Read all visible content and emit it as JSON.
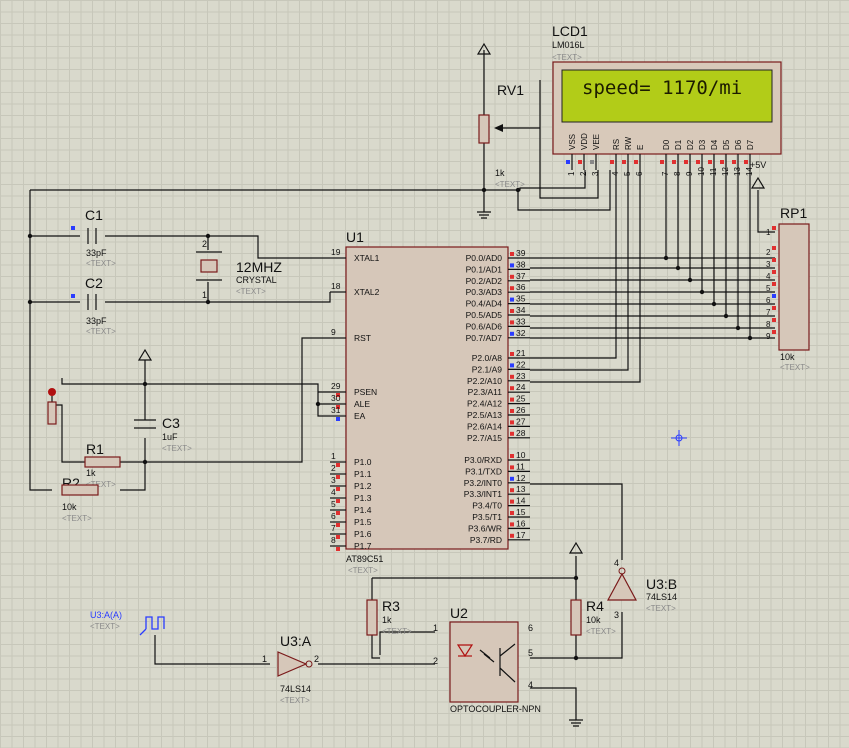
{
  "lcd": {
    "ref": "LCD1",
    "part": "LM016L",
    "text_tag": "<TEXT>",
    "display": "speed=  1170/mi",
    "pins": [
      "VSS",
      "VDD",
      "VEE",
      "RS",
      "RW",
      "E",
      "D0",
      "D1",
      "D2",
      "D3",
      "D4",
      "D5",
      "D6",
      "D7"
    ],
    "pin_numbers": [
      "1",
      "2",
      "3",
      "4",
      "5",
      "6",
      "7",
      "8",
      "9",
      "10",
      "11",
      "12",
      "13",
      "14"
    ]
  },
  "rv1": {
    "ref": "RV1",
    "value": "1k",
    "text_tag": "<TEXT>"
  },
  "rp1": {
    "ref": "RP1",
    "value": "10k",
    "text_tag": "<TEXT>",
    "pin_numbers": [
      "1",
      "2",
      "3",
      "4",
      "5",
      "6",
      "7",
      "8",
      "9"
    ]
  },
  "plus5v": "+5V",
  "u1": {
    "ref": "U1",
    "part": "AT89C51",
    "text_tag": "<TEXT>",
    "left_pins": [
      {
        "num": "19",
        "name": "XTAL1"
      },
      {
        "num": "18",
        "name": "XTAL2"
      },
      {
        "num": "9",
        "name": "RST"
      },
      {
        "num": "29",
        "name": "PSEN"
      },
      {
        "num": "30",
        "name": "ALE"
      },
      {
        "num": "31",
        "name": "EA"
      },
      {
        "num": "1",
        "name": "P1.0"
      },
      {
        "num": "2",
        "name": "P1.1"
      },
      {
        "num": "3",
        "name": "P1.2"
      },
      {
        "num": "4",
        "name": "P1.3"
      },
      {
        "num": "5",
        "name": "P1.4"
      },
      {
        "num": "6",
        "name": "P1.5"
      },
      {
        "num": "7",
        "name": "P1.6"
      },
      {
        "num": "8",
        "name": "P1.7"
      }
    ],
    "right_pins": [
      {
        "num": "39",
        "name": "P0.0/AD0"
      },
      {
        "num": "38",
        "name": "P0.1/AD1"
      },
      {
        "num": "37",
        "name": "P0.2/AD2"
      },
      {
        "num": "36",
        "name": "P0.3/AD3"
      },
      {
        "num": "35",
        "name": "P0.4/AD4"
      },
      {
        "num": "34",
        "name": "P0.5/AD5"
      },
      {
        "num": "33",
        "name": "P0.6/AD6"
      },
      {
        "num": "32",
        "name": "P0.7/AD7"
      },
      {
        "num": "21",
        "name": "P2.0/A8"
      },
      {
        "num": "22",
        "name": "P2.1/A9"
      },
      {
        "num": "23",
        "name": "P2.2/A10"
      },
      {
        "num": "24",
        "name": "P2.3/A11"
      },
      {
        "num": "25",
        "name": "P2.4/A12"
      },
      {
        "num": "26",
        "name": "P2.5/A13"
      },
      {
        "num": "27",
        "name": "P2.6/A14"
      },
      {
        "num": "28",
        "name": "P2.7/A15"
      },
      {
        "num": "10",
        "name": "P3.0/RXD"
      },
      {
        "num": "11",
        "name": "P3.1/TXD"
      },
      {
        "num": "12",
        "name": "P3.2/INT0"
      },
      {
        "num": "13",
        "name": "P3.3/INT1"
      },
      {
        "num": "14",
        "name": "P3.4/T0"
      },
      {
        "num": "15",
        "name": "P3.5/T1"
      },
      {
        "num": "16",
        "name": "P3.6/WR"
      },
      {
        "num": "17",
        "name": "P3.7/RD"
      }
    ]
  },
  "c1": {
    "ref": "C1",
    "value": "33pF",
    "text_tag": "<TEXT>"
  },
  "c2": {
    "ref": "C2",
    "value": "33pF",
    "text_tag": "<TEXT>"
  },
  "c3": {
    "ref": "C3",
    "value": "1uF",
    "text_tag": "<TEXT>"
  },
  "crystal": {
    "ref": "12MHZ",
    "part": "CRYSTAL",
    "text_tag": "<TEXT>",
    "pin1": "1",
    "pin2": "2"
  },
  "r1": {
    "ref": "R1",
    "value": "1k",
    "text_tag": "<TEXT>"
  },
  "r2": {
    "ref": "R2",
    "value": "10k",
    "text_tag": "<TEXT>"
  },
  "r3": {
    "ref": "R3",
    "value": "1k",
    "text_tag": "<TEXT>"
  },
  "r4": {
    "ref": "R4",
    "value": "10k",
    "text_tag": "<TEXT>"
  },
  "u2": {
    "ref": "U2",
    "part": "OPTOCOUPLER-NPN",
    "pins": [
      "1",
      "2",
      "6",
      "5",
      "4"
    ]
  },
  "u3a": {
    "ref": "U3:A",
    "part": "74LS14",
    "text_tag": "<TEXT>",
    "pin_in": "1",
    "pin_out": "2"
  },
  "u3b": {
    "ref": "U3:B",
    "part": "74LS14",
    "text_tag": "<TEXT>",
    "pin_in": "3",
    "pin_out": "4"
  },
  "gen": {
    "ref": "U3:A(A)",
    "text_tag": "<TEXT>"
  }
}
